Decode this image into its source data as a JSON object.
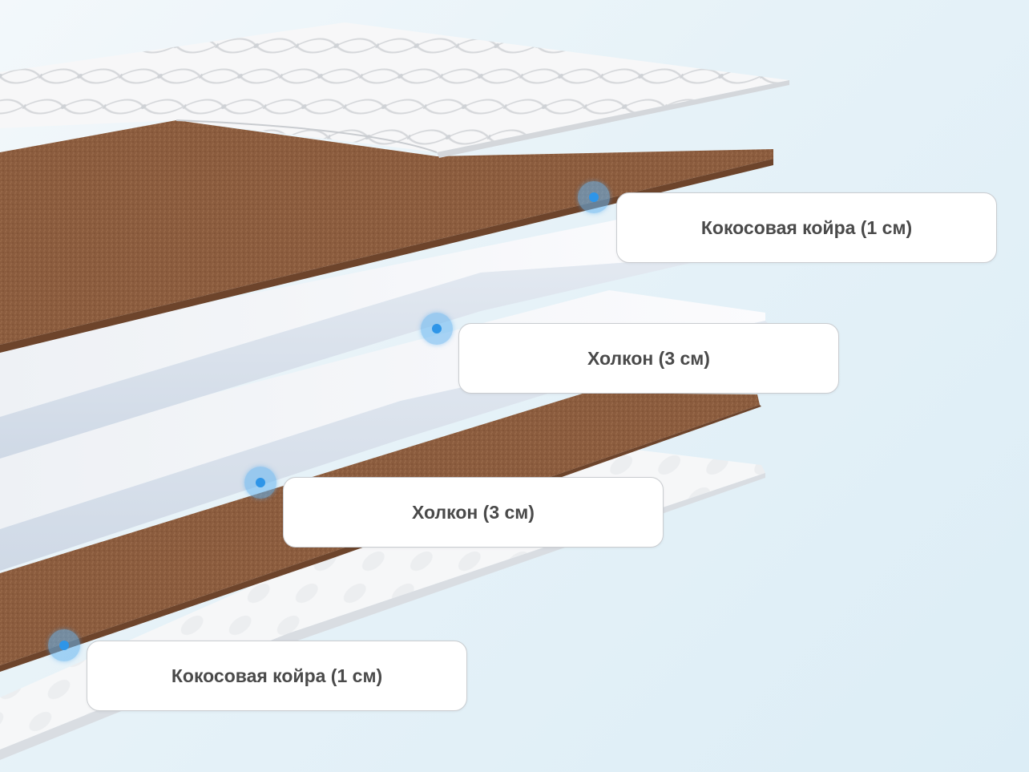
{
  "layers": [
    {
      "label": "Кокосовая койра (1 см)",
      "icon": "marker-dot-icon"
    },
    {
      "label": "Холкон (3 см)",
      "icon": "marker-dot-icon"
    },
    {
      "label": "Холкон (3 см)",
      "icon": "marker-dot-icon"
    },
    {
      "label": "Кокосовая койра (1 см)",
      "icon": "marker-dot-icon"
    }
  ],
  "colors": {
    "background": "#e6f2f8",
    "coconut_coir": "#8a5a3c",
    "holcon": "#f4f6f9",
    "cover": "#ffffff",
    "marker": "#2e95e8",
    "label_text": "#4a4a4a"
  }
}
